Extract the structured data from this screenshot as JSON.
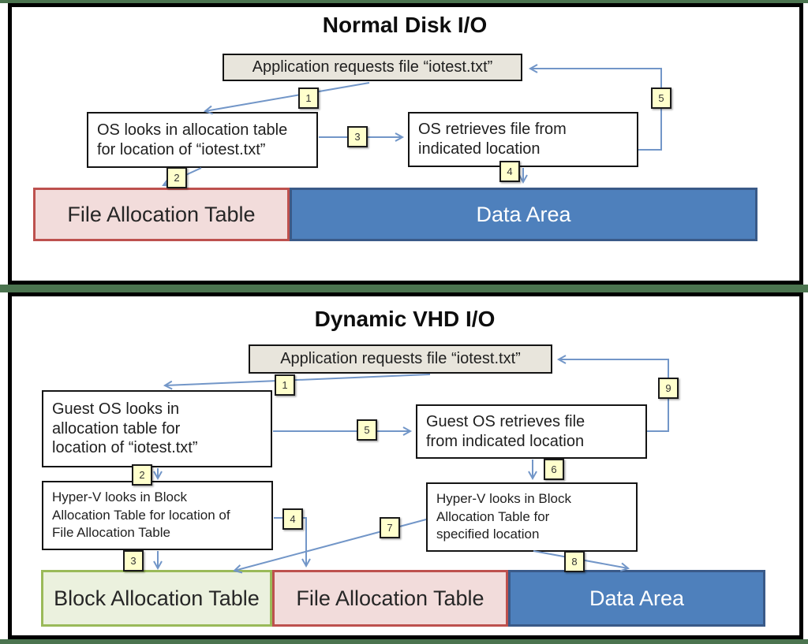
{
  "colors": {
    "frame_green": "#4b744f",
    "connector_blue": "#7296c8",
    "badge_fill": "#ffffcc",
    "app_box_fill": "#e8e5dc",
    "file_allocation_fill": "#f2dcdb",
    "file_allocation_border": "#bd514e",
    "data_area_fill": "#4e80bc",
    "data_area_border": "#3a5a88",
    "block_allocation_fill": "#ebf1de",
    "block_allocation_border": "#9aba59"
  },
  "top_panel": {
    "title": "Normal Disk I/O",
    "app_box": "Application requests file “iotest.txt”",
    "os_looks_box": "OS looks in allocation table\nfor location of “iotest.txt”",
    "os_retrieves_box": "OS retrieves file from\nindicated location",
    "bars": {
      "fat": "File Allocation Table",
      "data": "Data Area"
    },
    "badges": [
      "1",
      "2",
      "3",
      "4",
      "5"
    ]
  },
  "bottom_panel": {
    "title": "Dynamic VHD I/O",
    "app_box": "Application requests file “iotest.txt”",
    "guest_looks_box": "Guest OS looks in\nallocation table for\nlocation of “iotest.txt”",
    "guest_retrieves_box": "Guest OS retrieves file\nfrom indicated location",
    "hyperv_left_box": "Hyper-V looks in Block\nAllocation Table for location of\nFile Allocation Table",
    "hyperv_right_box": "Hyper-V looks in Block\nAllocation Table for\nspecified location",
    "bars": {
      "bat": "Block Allocation Table",
      "fat": "File Allocation Table",
      "data": "Data Area"
    },
    "badges": [
      "1",
      "2",
      "3",
      "4",
      "5",
      "6",
      "7",
      "8",
      "9"
    ]
  }
}
